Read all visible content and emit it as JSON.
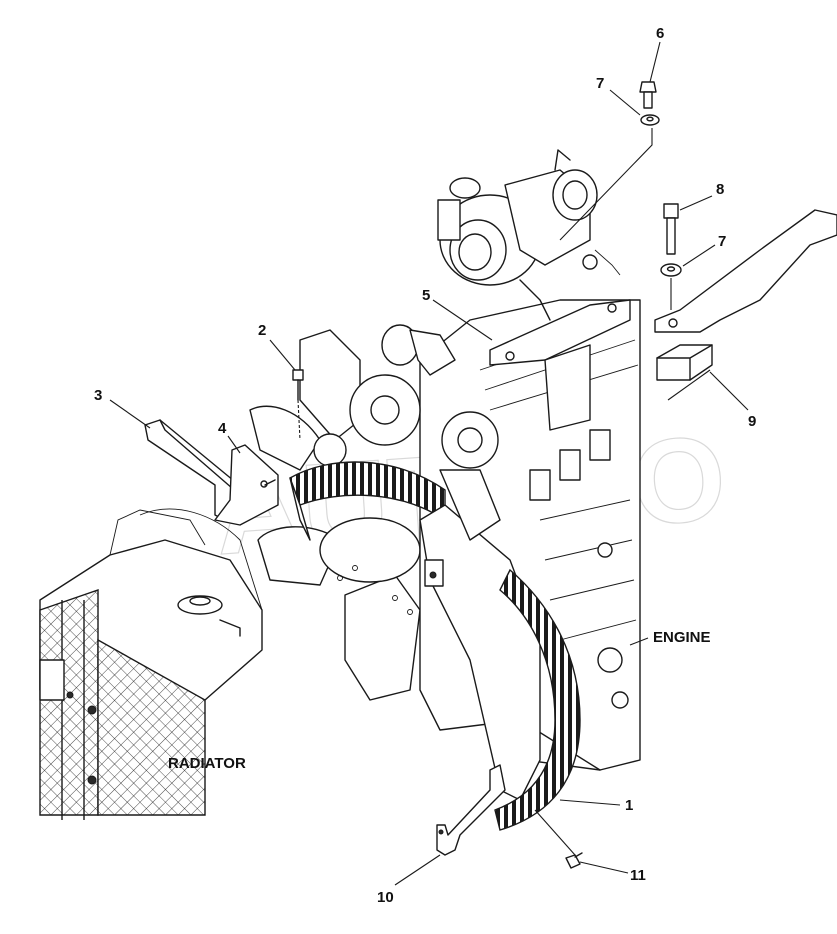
{
  "callouts": [
    {
      "id": "1",
      "text": "1"
    },
    {
      "id": "2",
      "text": "2"
    },
    {
      "id": "3",
      "text": "3"
    },
    {
      "id": "4",
      "text": "4"
    },
    {
      "id": "5",
      "text": "5"
    },
    {
      "id": "6",
      "text": "6"
    },
    {
      "id": "7a",
      "text": "7"
    },
    {
      "id": "7b",
      "text": "7"
    },
    {
      "id": "8",
      "text": "8"
    },
    {
      "id": "9",
      "text": "9"
    },
    {
      "id": "10",
      "text": "10"
    },
    {
      "id": "11",
      "text": "11"
    }
  ],
  "labels": {
    "engine": "ENGINE",
    "radiator": "RADIATOR"
  },
  "watermark": "AUTOSO",
  "colors": {
    "ink": "#1a1a1a",
    "background": "#ffffff",
    "watermark": "#bbbbbb"
  }
}
